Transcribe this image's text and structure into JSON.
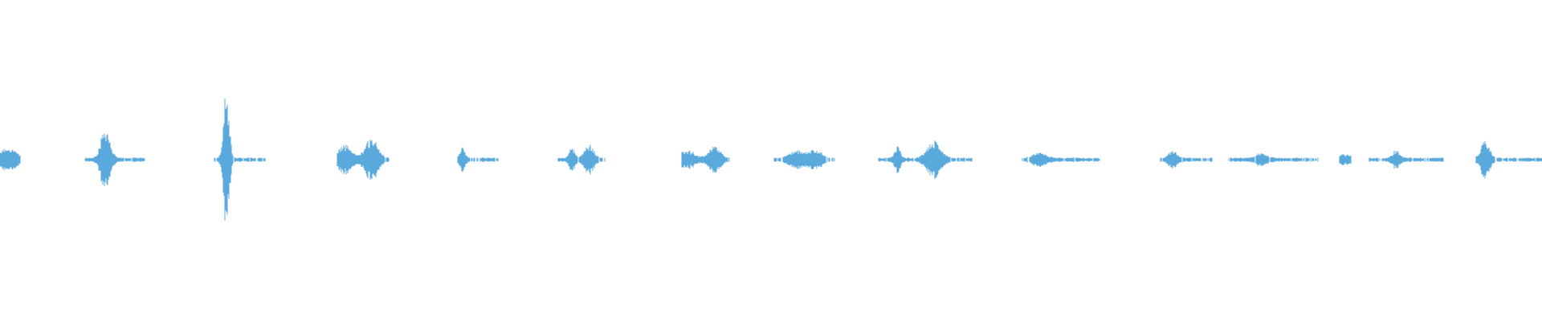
{
  "waveform": {
    "color": "#5aa9dd",
    "background": "#ffffff",
    "speech_segments": [
      {
        "start": 0.0,
        "end": 0.013,
        "peak": 0.05
      },
      {
        "start": 0.055,
        "end": 0.094,
        "peak": 0.28
      },
      {
        "start": 0.139,
        "end": 0.172,
        "peak": 0.55
      },
      {
        "start": 0.219,
        "end": 0.252,
        "peak": 0.14
      },
      {
        "start": 0.297,
        "end": 0.323,
        "peak": 0.1
      },
      {
        "start": 0.362,
        "end": 0.392,
        "peak": 0.09
      },
      {
        "start": 0.442,
        "end": 0.473,
        "peak": 0.08
      },
      {
        "start": 0.502,
        "end": 0.541,
        "peak": 0.06
      },
      {
        "start": 0.57,
        "end": 0.63,
        "peak": 0.12
      },
      {
        "start": 0.663,
        "end": 0.713,
        "peak": 0.05
      },
      {
        "start": 0.752,
        "end": 0.786,
        "peak": 0.05
      },
      {
        "start": 0.797,
        "end": 0.855,
        "peak": 0.05
      },
      {
        "start": 0.869,
        "end": 0.876,
        "peak": 0.02
      },
      {
        "start": 0.888,
        "end": 0.936,
        "peak": 0.07
      },
      {
        "start": 0.957,
        "end": 1.0,
        "peak": 0.12
      }
    ]
  }
}
